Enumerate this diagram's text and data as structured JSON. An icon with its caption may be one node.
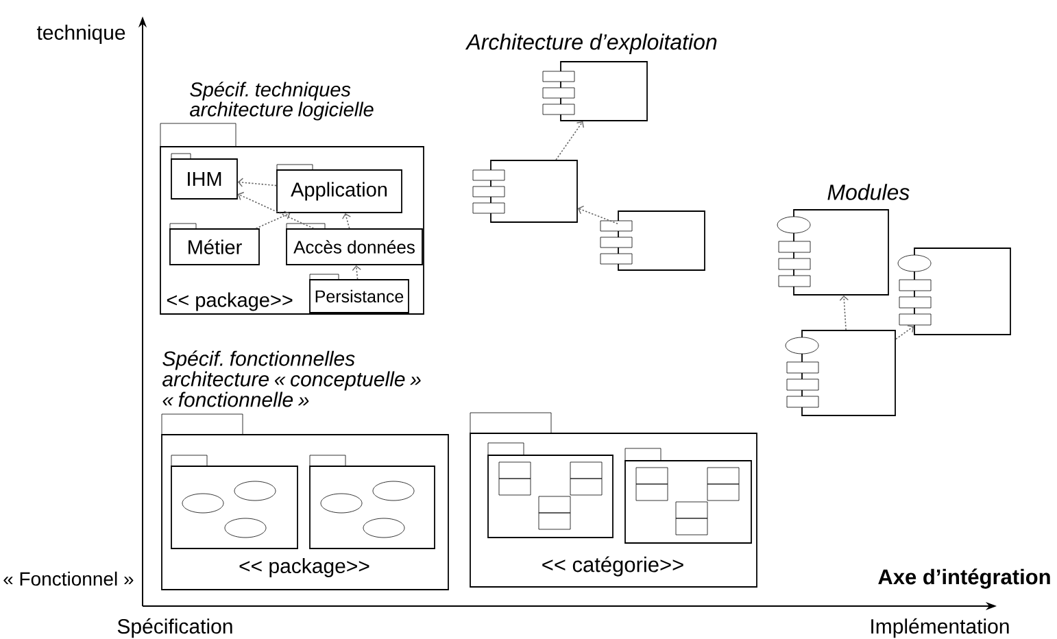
{
  "diagram": {
    "nodes": [
      {
        "text": [
          "Spécif. techniques architecture logicielle",
          "<< package>>"
        ]
      },
      {
        "text": [
          "IHM"
        ],
        "in": 0
      },
      {
        "text": [
          "Application"
        ],
        "in": 0
      },
      {
        "text": [
          "Métier"
        ],
        "in": 0
      },
      {
        "text": [
          "Accès données"
        ],
        "in": 0
      },
      {
        "text": [
          "Persistance"
        ],
        "in": 0
      },
      {
        "text": [],
        "shape": "box"
      },
      {
        "text": [],
        "shape": "box"
      },
      {
        "text": [],
        "shape": "box"
      },
      {
        "text": [],
        "shape": "box"
      },
      {
        "text": [],
        "shape": "box"
      },
      {
        "text": [],
        "shape": "box"
      },
      {
        "text": [
          "Spécif. fonctionnelles architecture « conceptuelle » « fonctionnelle »",
          "<< package>>"
        ]
      },
      {
        "text": [],
        "shape": "box",
        "in": 12
      },
      {
        "text": [],
        "shape": "box",
        "in": 12
      },
      {
        "text": [
          "<< catégorie>>"
        ]
      },
      {
        "text": [],
        "shape": "box",
        "in": 15
      },
      {
        "text": [],
        "shape": "box",
        "in": 15
      }
    ],
    "edges": [
      {
        "from": 2,
        "to": 1,
        "arrow": "to",
        "style": "dashed"
      },
      {
        "from": 3,
        "to": 2,
        "arrow": "to",
        "style": "dashed"
      },
      {
        "from": 4,
        "to": 1,
        "arrow": "to",
        "style": "dashed"
      },
      {
        "from": 4,
        "to": 2,
        "arrow": "to",
        "style": "dashed"
      },
      {
        "from": 5,
        "to": 4,
        "arrow": "to",
        "style": "dashed"
      },
      {
        "from": 7,
        "to": 6,
        "arrow": "to",
        "style": "dashed"
      },
      {
        "from": 8,
        "to": 7,
        "arrow": "to",
        "style": "dashed"
      },
      {
        "from": 11,
        "to": 9,
        "arrow": "to",
        "style": "dashed"
      },
      {
        "from": 11,
        "to": 10,
        "arrow": "to",
        "style": "dashed"
      }
    ],
    "labels": [
      "technique",
      "Architecture d’exploitation",
      "Modules",
      "« Fonctionnel »",
      "Axe d’intégration",
      "Spécification",
      "Implémentation"
    ]
  }
}
